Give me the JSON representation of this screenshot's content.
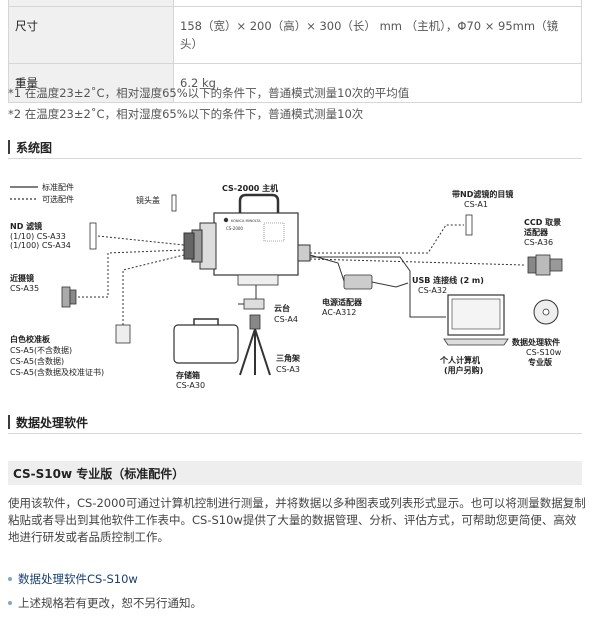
{
  "specs": [
    {
      "label": "尺寸",
      "value": "158（宽）× 200（高）× 300（长） mm （主机），Φ70 × 95mm（镜头）"
    },
    {
      "label": "重量",
      "value": "6.2 kg"
    }
  ],
  "notes": [
    "*1  在温度23±2˚C，相对湿度65%以下的条件下，普通模式测量10次的平均值",
    "*2  在温度23±2˚C，相对湿度65%以下的条件下，普通模式测量10次"
  ],
  "sections": {
    "system": "系统图",
    "software": "数据处理软件"
  },
  "diagram": {
    "legend_standard": "标准配件",
    "legend_optional": "可选配件",
    "lens_cap": "镜头盖",
    "main_unit": "CS-2000 主机",
    "nd_filter": "ND 滤镜",
    "nd_1": "(1/10)  CS-A33",
    "nd_2": "(1/100) CS-A34",
    "closeup": "近摄镜",
    "closeup_model": "CS-A35",
    "white_plate": "白色校准板",
    "white_1": "CS-A5(不含数据)",
    "white_2": "CS-A5(含数据)",
    "white_3": "CS-A5(含数据及校准证书)",
    "case": "存储箱",
    "case_model": "CS-A30",
    "pan_head": "云台",
    "pan_model": "CS-A4",
    "tripod": "三角架",
    "tripod_model": "CS-A3",
    "adapter": "电源适配器",
    "adapter_model": "AC-A312",
    "eyepiece": "带ND滤镜的目镜",
    "eyepiece_model": "CS-A1",
    "ccd_1": "CCD 取景",
    "ccd_2": "适配器",
    "ccd_model": "CS-A36",
    "usb": "USB 连接线 (2 m)",
    "usb_model": "CS-A32",
    "pc_1": "个人计算机",
    "pc_2": "(用户另购)",
    "sw_1": "数据处理软件",
    "sw_2": "CS-S10w",
    "sw_3": "专业版",
    "cam_brand": "KONICA MINOLTA",
    "cam_model": "CS-2000"
  },
  "software_box": "CS-S10w 专业版（标准配件）",
  "paragraph": "使用该软件，CS-2000可通过计算机控制进行测量，并将数据以多种图表或列表形式显示。也可以将测量数据复制粘贴或者导出到其他软件工作表中。CS-S10w提供了大量的数据管理、分析、评估方式，可帮助您更简便、高效地进行研发或者品质控制工作。",
  "bullets": [
    {
      "text": "数据处理软件CS-S10w",
      "link": true
    },
    {
      "text": "上述规格若有更改，恕不另行通知。",
      "link": false
    }
  ]
}
